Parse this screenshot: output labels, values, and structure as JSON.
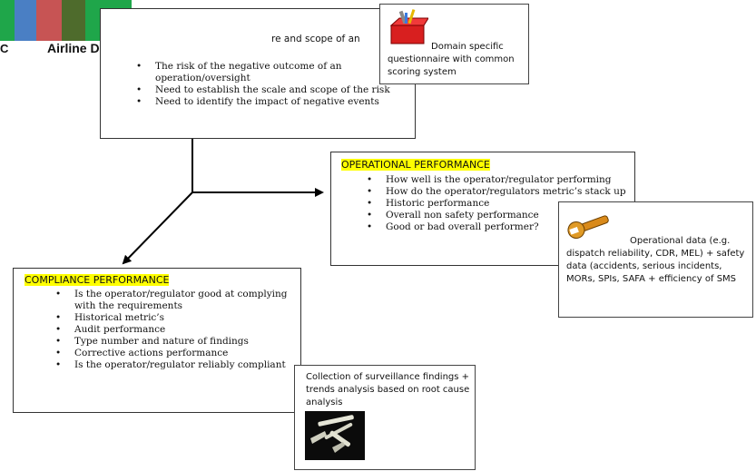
{
  "logo": {
    "stripe_colors": [
      "#1fa64a",
      "#4a7fc4",
      "#c75454",
      "#4e6b2c",
      "#1fa64a"
    ],
    "left_fragment": "C",
    "airline_label": "Airline D"
  },
  "risk": {
    "heading_fragment": "re and scope of an",
    "bullets": [
      "The risk of the negative outcome of an operation/oversight",
      "Need to establish the scale and scope of the risk",
      "Need to identify the impact of negative events"
    ]
  },
  "questionnaire": {
    "icon": "toolbox-icon",
    "text": "Domain specific questionnaire with common scoring system"
  },
  "operational": {
    "title": "OPERATIONAL PERFORMANCE",
    "bullets": [
      "How well is the operator/regulator performing",
      "How do the operator/regulators metric’s stack up",
      "Historic performance",
      "Overall non safety performance",
      "Good or bad overall performer?"
    ]
  },
  "opdata": {
    "icon": "wrench-icon",
    "text": "Operational data (e.g. dispatch reliability, CDR, MEL) + safety data (accidents, serious incidents, MORs, SPIs, SAFA + efficiency of SMS"
  },
  "compliance": {
    "title": "COMPLIANCE PERFORMANCE",
    "bullets": [
      "Is the operator/regulator good at complying with the requirements",
      "Historical metric’s",
      "Audit performance",
      "Type number and nature of findings",
      "Corrective actions performance",
      "Is the operator/regulator reliably compliant"
    ]
  },
  "surveillance": {
    "icon": "multitool-icon",
    "text": "Collection of surveillance findings + trends analysis based on root cause analysis"
  },
  "highlight_color": "#ffff00"
}
